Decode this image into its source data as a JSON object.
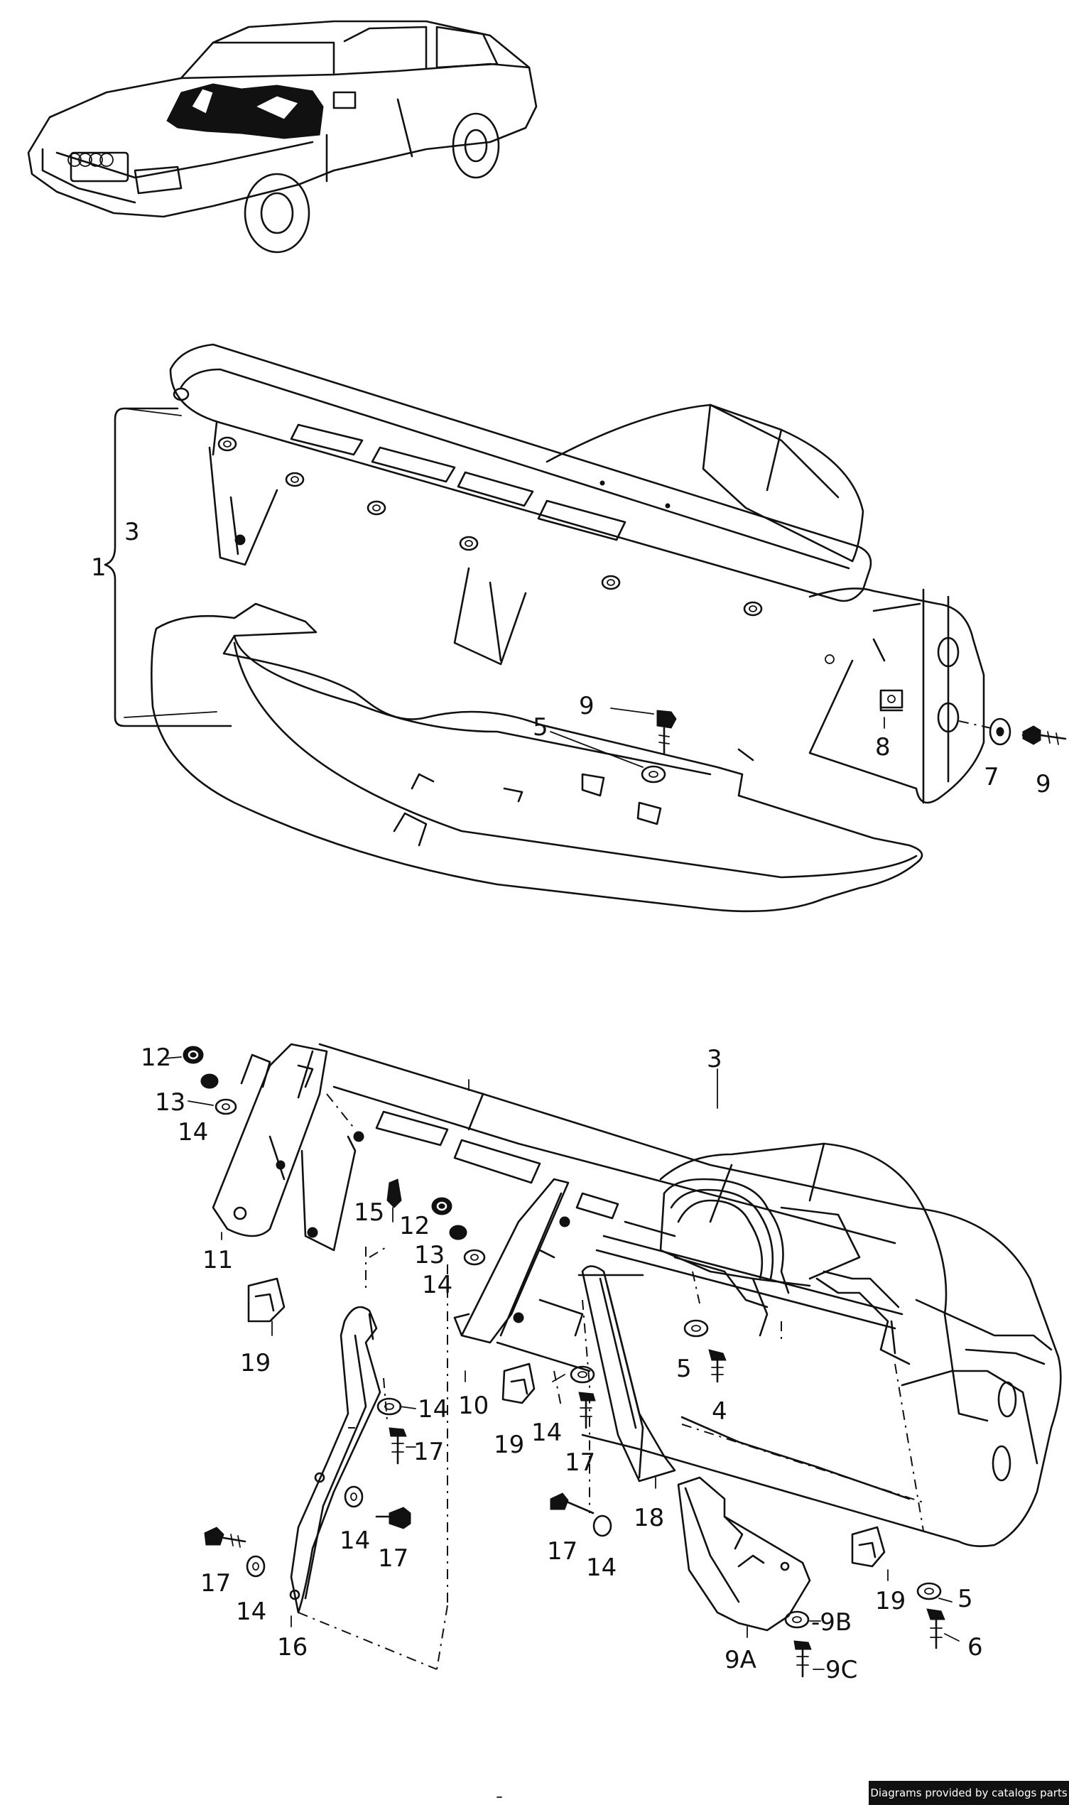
{
  "labels": {
    "l1": "1",
    "l3a": "3",
    "l9a": "9",
    "l5a": "5",
    "l8": "8",
    "l7": "7",
    "l9b": "9",
    "l12a": "12",
    "l13a": "13",
    "l14a": "14",
    "l11": "11",
    "l19a": "19",
    "l15": "15",
    "l12b": "12",
    "l13b": "13",
    "l14b": "14",
    "l10": "10",
    "l3b": "3",
    "l5b": "5",
    "l4": "4",
    "l14c": "14",
    "l17a": "17",
    "l19b": "19",
    "l14d": "14",
    "l17b": "17",
    "l18": "18",
    "l14e": "14",
    "l17c": "17",
    "l17d": "17",
    "l14f": "14",
    "l17e": "17",
    "l14g": "14",
    "l16": "16",
    "l9A": "9A",
    "l9B": "-9B",
    "l9C": "9C",
    "l19c": "19",
    "l5c": "5",
    "l6": "6"
  },
  "credit": "Diagrams provided by catalogs parts"
}
